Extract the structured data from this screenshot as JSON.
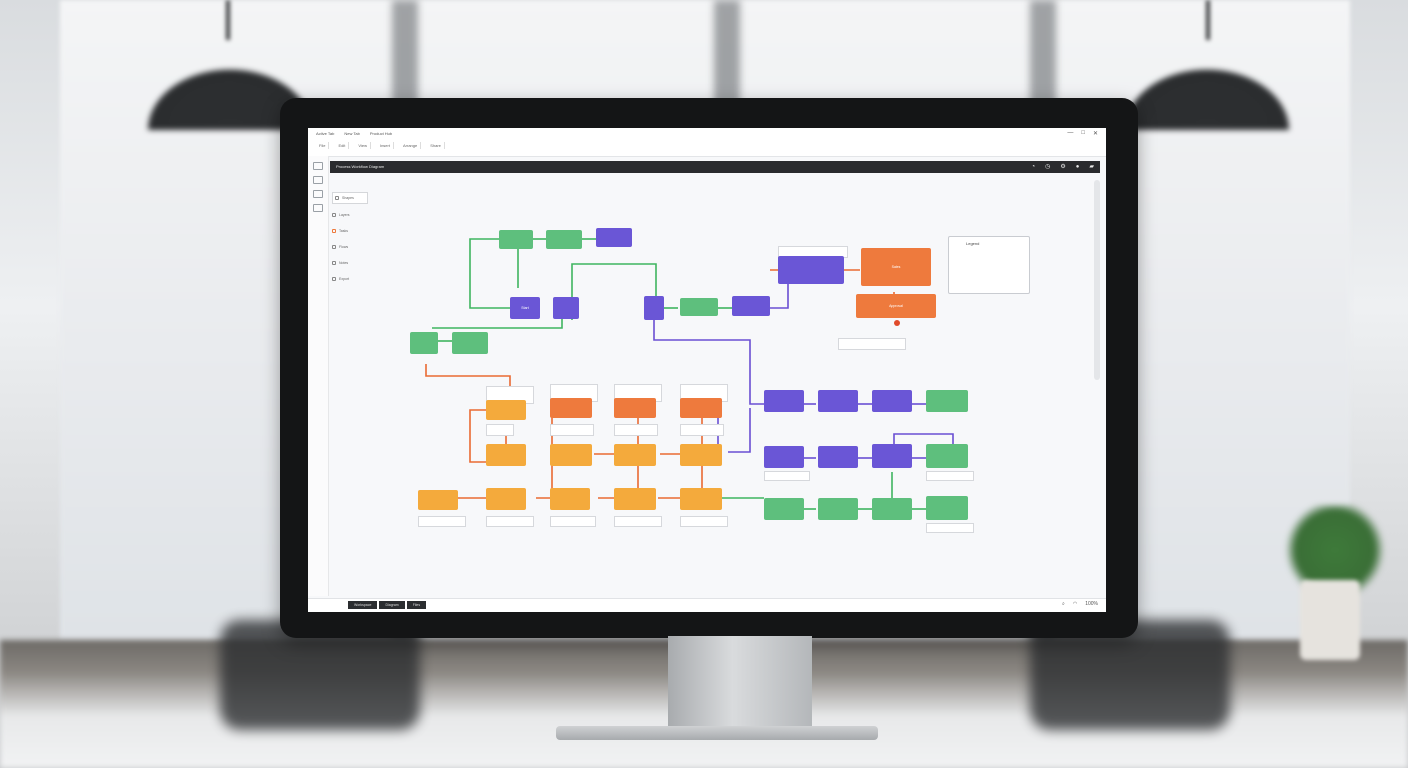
{
  "browser": {
    "tabs": [
      "Active Tab",
      "New Tab",
      "Product Hub"
    ],
    "window_controls": [
      "—",
      "□",
      "✕"
    ],
    "toolbar": [
      "File",
      "Edit",
      "View",
      "Insert",
      "Arrange",
      "Share"
    ]
  },
  "app": {
    "title": "Process Workflow Diagram",
    "header_icons": [
      "bell-icon",
      "clock-icon",
      "settings-icon",
      "user-icon",
      "share-icon"
    ]
  },
  "side_panel": {
    "items": [
      "Shapes",
      "Layers",
      "Tasks",
      "Flows",
      "Notes",
      "Export"
    ]
  },
  "diagram": {
    "nodes": {
      "g1": "",
      "g2": "",
      "g3": "",
      "g4": "",
      "g5": "",
      "p1": "Start",
      "p2": "",
      "p3": "",
      "o1": "Sales",
      "o2": "Approval"
    },
    "legend": {
      "title": "Legend",
      "rows": [
        "",
        "",
        ""
      ]
    }
  },
  "taskbar": {
    "tabs": [
      "Workspace",
      "Diagram",
      "Files"
    ]
  },
  "status": {
    "zoom": "100%"
  },
  "colors": {
    "green": "#5ebf7d",
    "purple": "#6a56d6",
    "orange": "#ee7a3d",
    "amber": "#f4aa3c"
  }
}
